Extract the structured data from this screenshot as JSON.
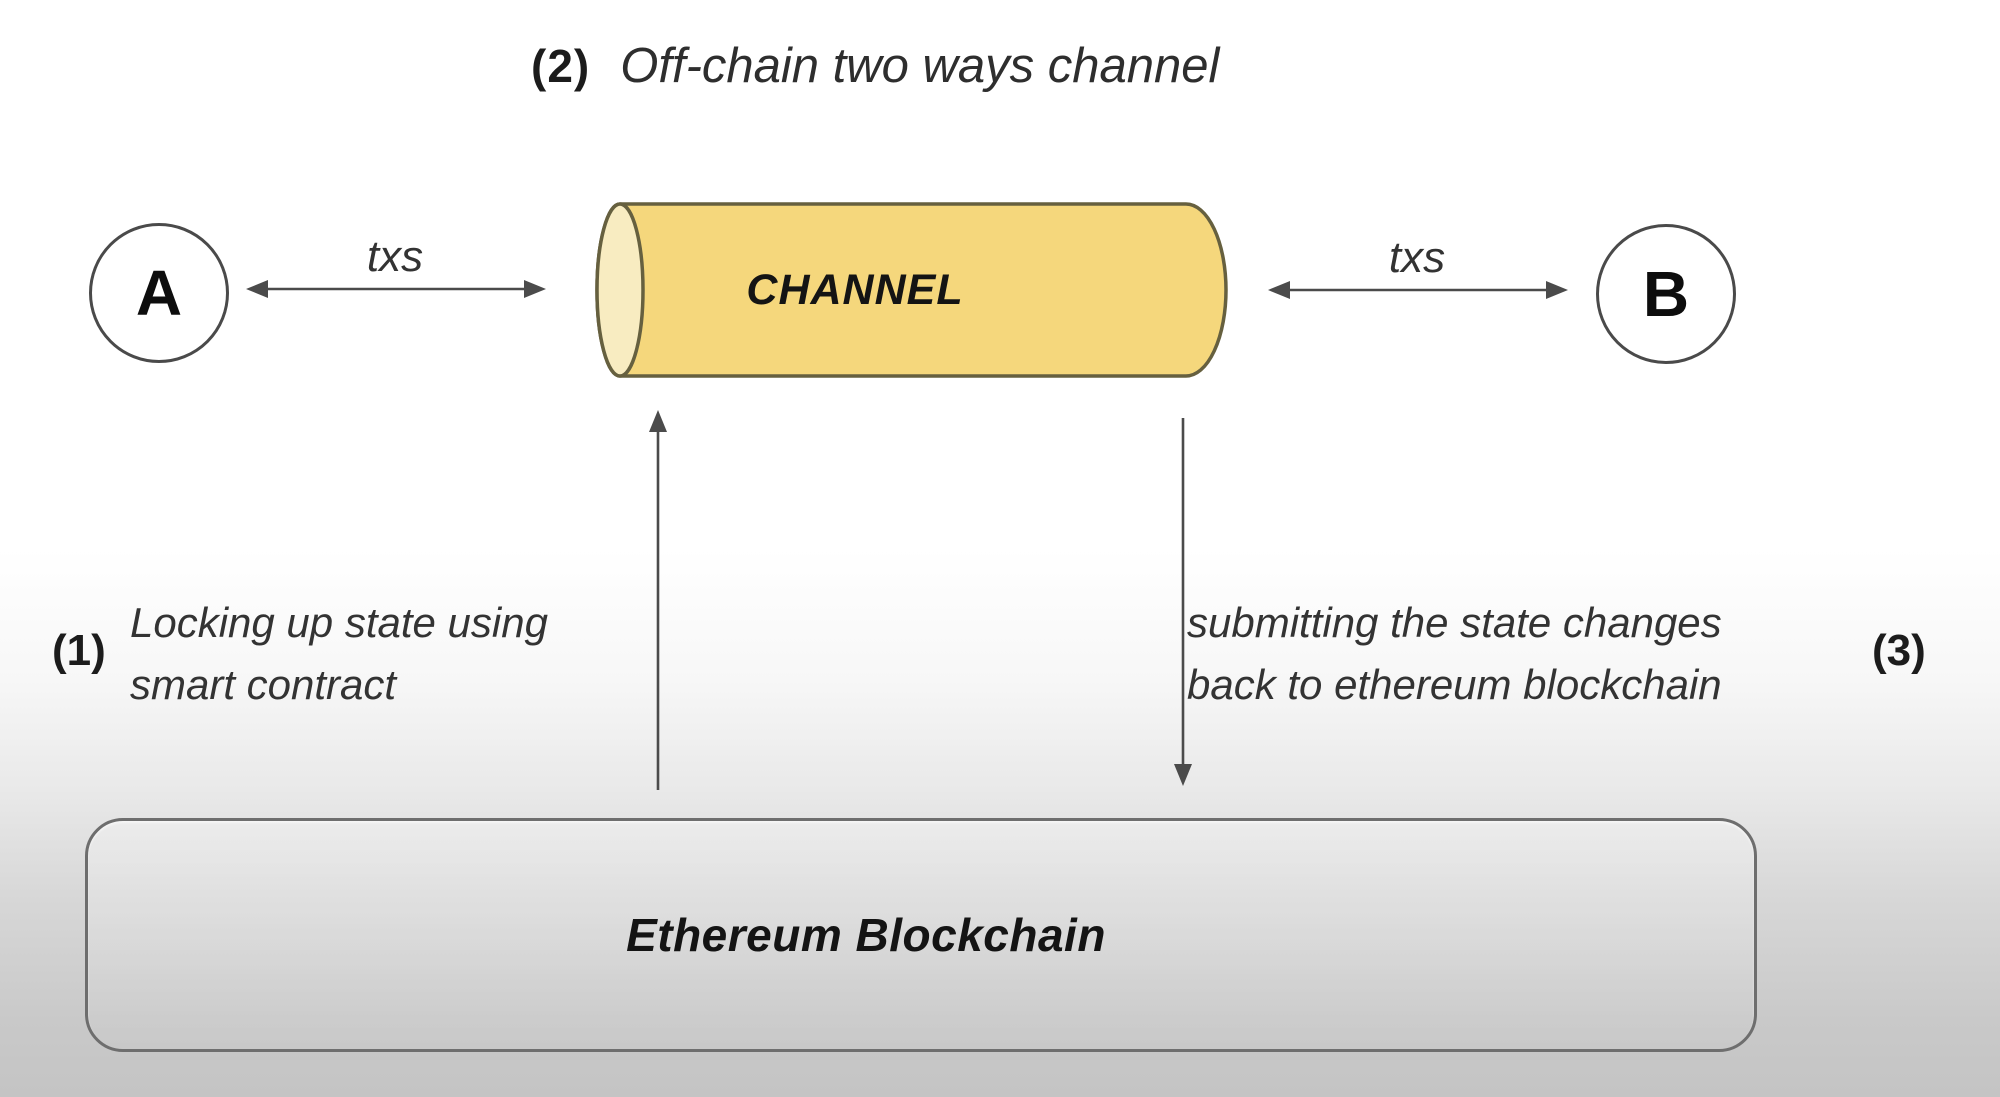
{
  "diagram": {
    "title": {
      "number": "(2)",
      "text": "Off-chain two ways channel"
    },
    "nodes": {
      "party_a": "A",
      "party_b": "B",
      "channel": "CHANNEL",
      "blockchain": "Ethereum Blockchain"
    },
    "edges": {
      "txs_left": "txs",
      "txs_right": "txs"
    },
    "steps": {
      "lock": {
        "number": "(1)",
        "line1": "Locking up state using",
        "line2": "smart contract"
      },
      "submit": {
        "number": "(3)",
        "line1": "submitting the state changes",
        "line2": "back to ethereum blockchain"
      }
    },
    "colors": {
      "cylinder_body": "#F5D77C",
      "cylinder_cap": "#F8ECC1",
      "cylinder_border": "#66603F",
      "arrow": "#4B4B4B"
    }
  }
}
